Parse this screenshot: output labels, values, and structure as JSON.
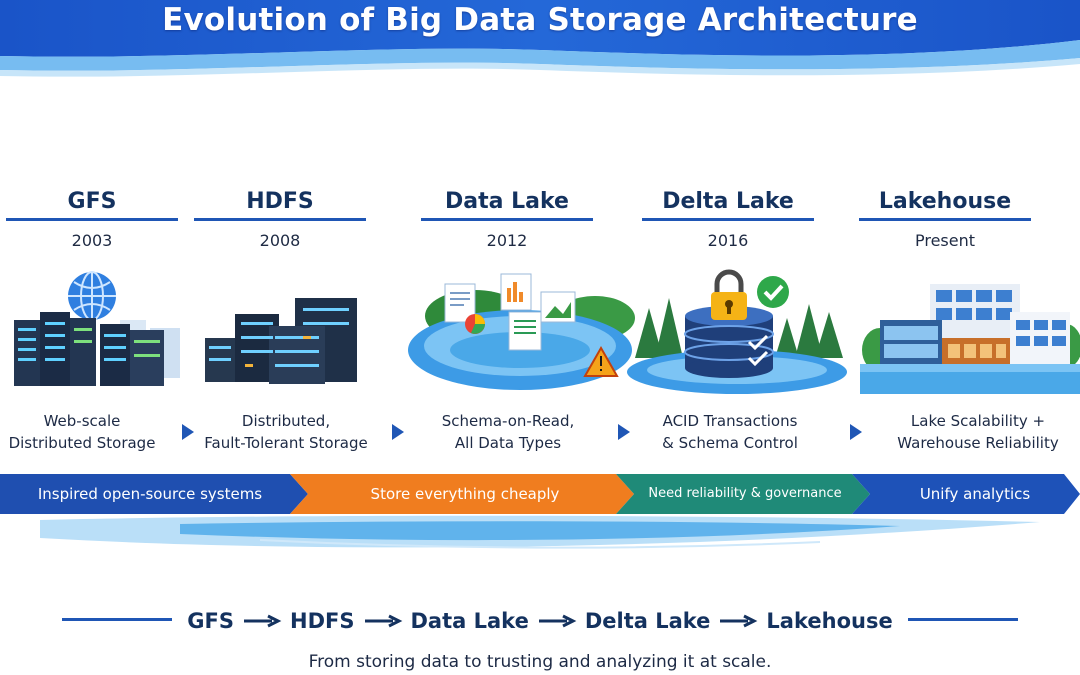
{
  "title": "Evolution of Big Data Storage Architecture",
  "stages": [
    {
      "name": "GFS",
      "year": "2003",
      "desc_line1": "Web-scale",
      "desc_line2": "Distributed Storage"
    },
    {
      "name": "HDFS",
      "year": "2008",
      "desc_line1": "Distributed,",
      "desc_line2": "Fault-Tolerant Storage"
    },
    {
      "name": "Data Lake",
      "year": "2012",
      "desc_line1": "Schema-on-Read,",
      "desc_line2": "All Data Types"
    },
    {
      "name": "Delta Lake",
      "year": "2016",
      "desc_line1": "ACID Transactions",
      "desc_line2": "& Schema Control"
    },
    {
      "name": "Lakehouse",
      "year": "Present",
      "desc_line1": "Lake Scalability +",
      "desc_line2": "Warehouse Reliability"
    }
  ],
  "band": [
    {
      "label": "Inspired open-source systems",
      "color": "#1f4fb0"
    },
    {
      "label": "Store everything cheaply",
      "color": "#f07d1f"
    },
    {
      "label": "Need reliability & governance",
      "color": "#1f8a78"
    },
    {
      "label": "Unify analytics",
      "color": "#1e52b8"
    }
  ],
  "flow": [
    "GFS",
    "HDFS",
    "Data Lake",
    "Delta Lake",
    "Lakehouse"
  ],
  "tagline": "From storing data to trusting and analyzing it at scale.",
  "colors": {
    "primary": "#1f56b5",
    "orange": "#f07d1f",
    "teal": "#1f8a78",
    "water": "#4aa8e8"
  },
  "icons": [
    "globe-icon",
    "server-rack-icon",
    "document-icon",
    "warning-icon",
    "lock-icon",
    "checkmark-icon",
    "building-icon"
  ]
}
